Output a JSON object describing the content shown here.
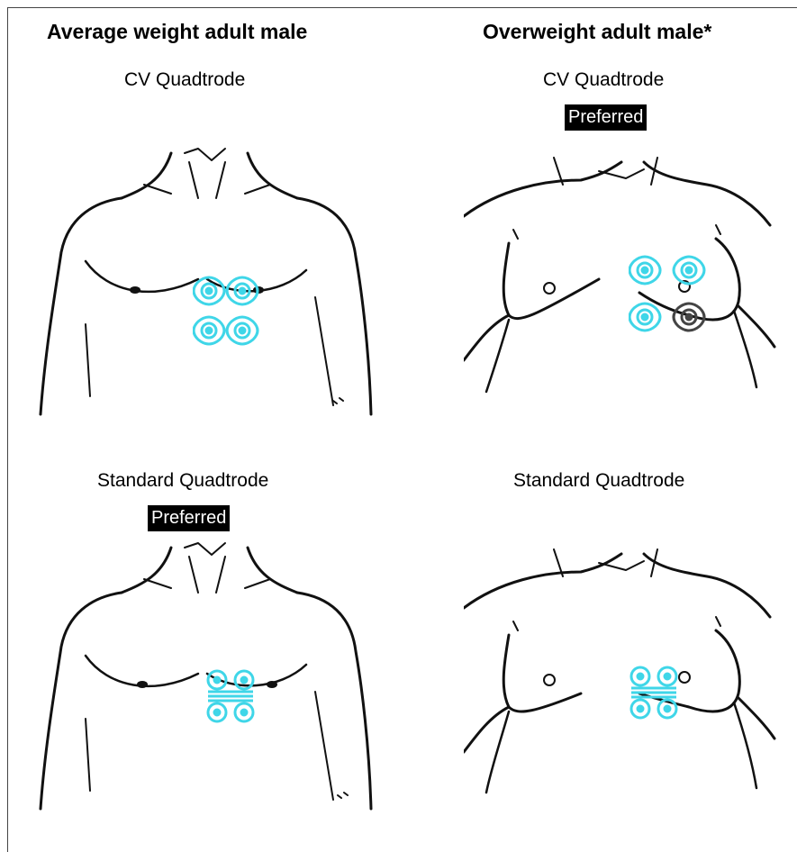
{
  "columns": [
    {
      "title": "Average weight adult male",
      "panels": [
        {
          "label": "CV Quadtrode",
          "badge": ""
        },
        {
          "label": "Standard Quadtrode",
          "badge": "Preferred"
        }
      ]
    },
    {
      "title": "Overweight adult male*",
      "panels": [
        {
          "label": "CV Quadtrode",
          "badge": "Preferred"
        },
        {
          "label": "Standard Quadtrode",
          "badge": ""
        }
      ]
    }
  ],
  "colors": {
    "electrode": "#3fd6e8",
    "badge_bg": "#000000",
    "badge_text": "#ffffff",
    "outline": "#111111"
  },
  "icons": [
    "male-torso-illustration",
    "electrode-pad-icon",
    "overweight-torso-illustration"
  ]
}
